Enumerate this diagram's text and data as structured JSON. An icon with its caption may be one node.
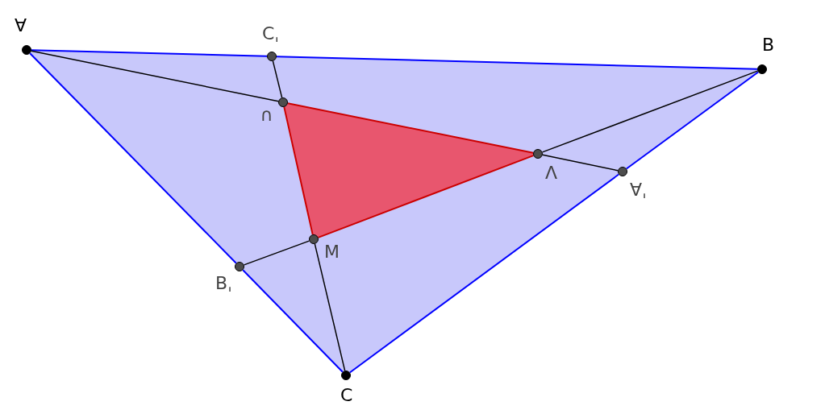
{
  "diagram": {
    "nodes": [
      {
        "text": [
          "∀"
        ]
      },
      {
        "text": [
          "Cˌ"
        ]
      },
      {
        "text": [
          "B"
        ]
      },
      {
        "text": [
          "∩"
        ]
      },
      {
        "text": [
          "Λ"
        ]
      },
      {
        "text": [
          "∀ˌ"
        ]
      },
      {
        "text": [
          "M"
        ]
      },
      {
        "text": [
          "Bˌ"
        ]
      },
      {
        "text": [
          "C"
        ]
      }
    ],
    "edges": [
      {
        "from": 0,
        "to": 1,
        "arrow": "none",
        "color": "#0000ff"
      },
      {
        "from": 1,
        "to": 2,
        "arrow": "none",
        "color": "#0000ff"
      },
      {
        "from": 2,
        "to": 5,
        "arrow": "none",
        "color": "#0000ff"
      },
      {
        "from": 5,
        "to": 8,
        "arrow": "none",
        "color": "#0000ff"
      },
      {
        "from": 8,
        "to": 7,
        "arrow": "none",
        "color": "#0000ff"
      },
      {
        "from": 7,
        "to": 0,
        "arrow": "none",
        "color": "#0000ff"
      },
      {
        "from": 0,
        "to": 3,
        "arrow": "none",
        "color": "#000000"
      },
      {
        "from": 1,
        "to": 3,
        "arrow": "none",
        "color": "#000000"
      },
      {
        "from": 2,
        "to": 4,
        "arrow": "none",
        "color": "#000000"
      },
      {
        "from": 4,
        "to": 5,
        "arrow": "none",
        "color": "#000000"
      },
      {
        "from": 8,
        "to": 6,
        "arrow": "none",
        "color": "#000000"
      },
      {
        "from": 6,
        "to": 7,
        "arrow": "none",
        "color": "#000000"
      },
      {
        "from": 3,
        "to": 4,
        "arrow": "none",
        "color": "#cc0000"
      },
      {
        "from": 4,
        "to": 6,
        "arrow": "none",
        "color": "#cc0000"
      },
      {
        "from": 6,
        "to": 3,
        "arrow": "none",
        "color": "#cc0000"
      }
    ]
  }
}
